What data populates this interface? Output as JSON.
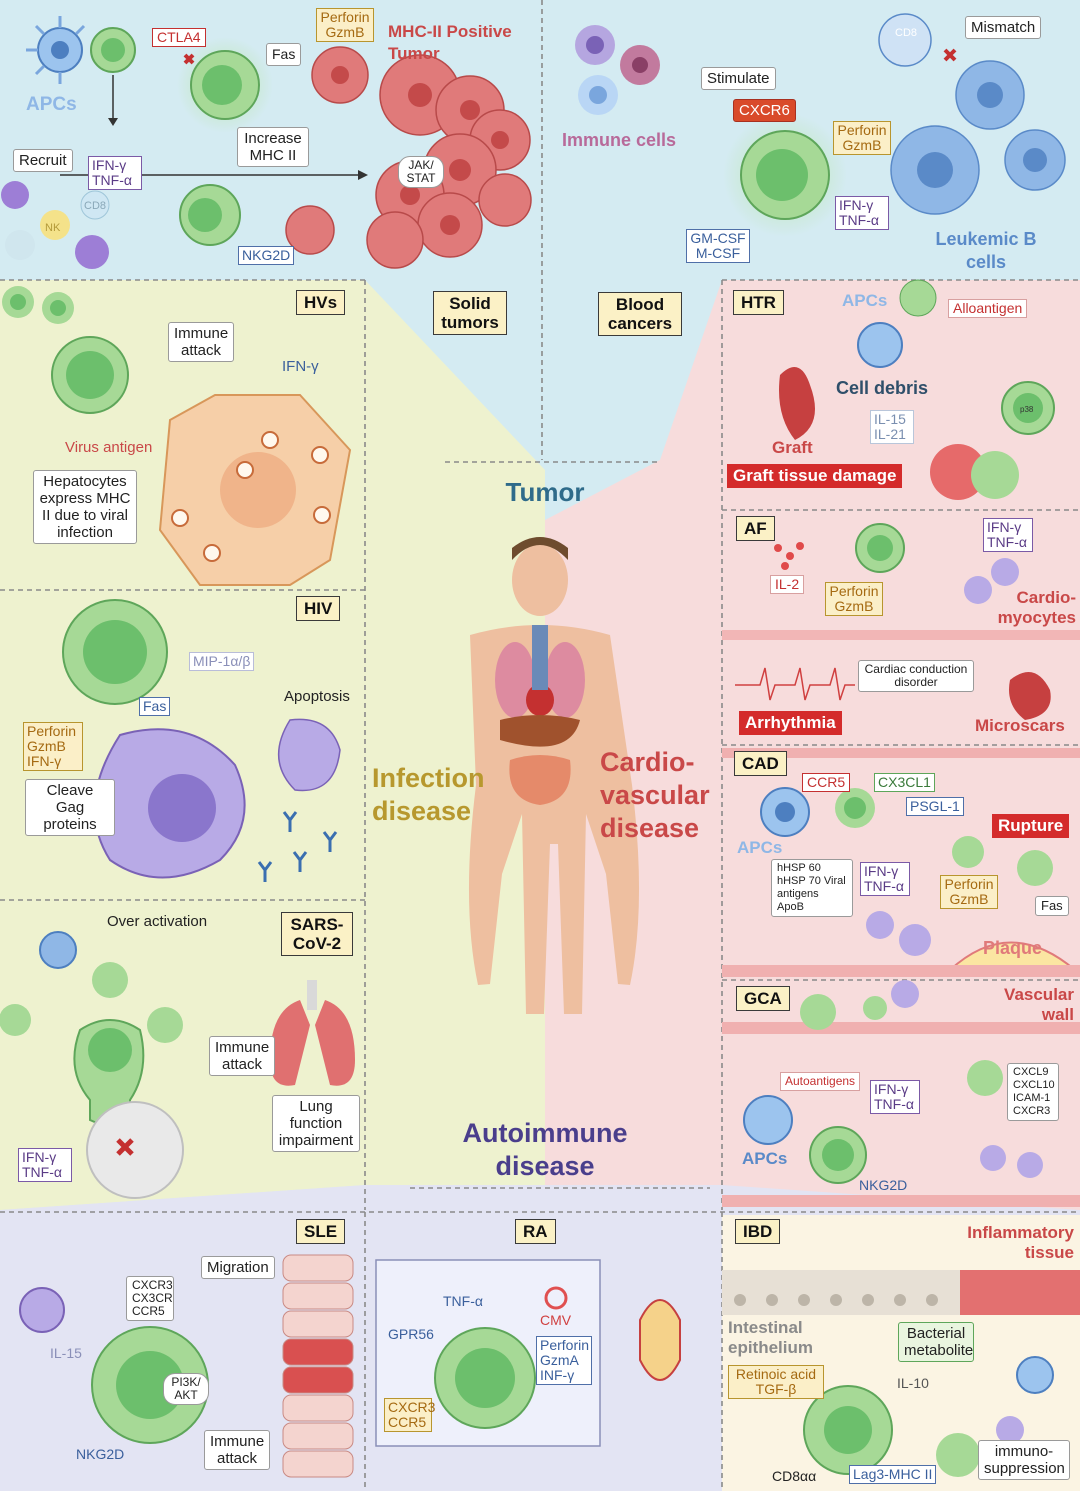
{
  "center": {
    "tumor": "Tumor",
    "infection": "Infection disease",
    "cardio": "Cardio-vascular disease",
    "autoimmune": "Autoimmune disease"
  },
  "solid_tumor": {
    "tag": "Solid tumors",
    "apcs": "APCs",
    "ctla4": "CTLA4",
    "fas": "Fas",
    "perforin_gzmb": "Perforin GzmB",
    "mhc2_tumor": "MHC-II Positive Tumor",
    "increase_mhc2": "Increase MHC II",
    "recruit": "Recruit",
    "ifng_tnfa": "IFN-γ TNF-α",
    "jak_stat": "JAK/ STAT",
    "nkg2d": "NKG2D",
    "nk": "NK",
    "cd8": "CD8"
  },
  "blood_cancer": {
    "tag": "Blood cancers",
    "immune_cells": "Immune cells",
    "stimulate": "Stimulate",
    "cxcr6": "CXCR6",
    "mismatch": "Mismatch",
    "cd8": "CD8",
    "perforin_gzmb": "Perforin GzmB",
    "ifng_tnfa": "IFN-γ TNF-α",
    "gmcsf_mcsf": "GM-CSF M-CSF",
    "leukemic_b": "Leukemic B cells"
  },
  "hvs": {
    "tag": "HVs",
    "immune_attack": "Immune attack",
    "ifng": "IFN-γ",
    "virus_antigen": "Virus antigen",
    "hepatocytes": "Hepatocytes express MHC II due to viral infection"
  },
  "hiv": {
    "tag": "HIV",
    "mip": "MIP-1α/β",
    "fas": "Fas",
    "perforin": "Perforin GzmB IFN-γ",
    "cleave": "Cleave Gag proteins",
    "apoptosis": "Apoptosis"
  },
  "sars": {
    "tag": "SARS-CoV-2",
    "over_activation": "Over activation",
    "immune_attack": "Immune attack",
    "lung": "Lung function impairment",
    "ifng_tnfa": "IFN-γ TNF-α"
  },
  "htr": {
    "tag": "HTR",
    "apcs": "APCs",
    "alloantigen": "Alloantigen",
    "cell_debris": "Cell debris",
    "graft": "Graft",
    "il15_il21": "IL-15 IL-21",
    "p38": "p38",
    "graft_damage": "Graft tissue damage"
  },
  "af": {
    "tag": "AF",
    "il2": "IL-2",
    "perforin": "Perforin GzmB",
    "ifng_tnfa": "IFN-γ TNF-α",
    "cardiomyocytes": "Cardio- myocytes",
    "conduction": "Cardiac conduction disorder",
    "arrhythmia": "Arrhythmia",
    "microscars": "Microscars"
  },
  "cad": {
    "tag": "CAD",
    "ccr5": "CCR5",
    "cx3cl1": "CX3CL1",
    "psgl1": "PSGL-1",
    "rupture": "Rupture",
    "apcs": "APCs",
    "antigens": "hHSP 60 hHSP 70 Viral antigens ApoB",
    "ifng_tnfa": "IFN-γ TNF-α",
    "perforin": "Perforin GzmB",
    "fas": "Fas",
    "plaque": "Plaque"
  },
  "gca": {
    "tag": "GCA",
    "vascular_wall": "Vascular wall",
    "autoantigens": "Autoantigens",
    "ifng_tnfa": "IFN-γ TNF-α",
    "chemokines": "CXCL9 CXCL10 ICAM-1 CXCR3",
    "apcs": "APCs",
    "nkg2d": "NKG2D"
  },
  "sle": {
    "tag": "SLE",
    "migration": "Migration",
    "receptors": "CXCR3 CX3CR CCR5",
    "il15": "IL-15",
    "pi3k": "PI3K/ AKT",
    "nkg2d": "NKG2D",
    "immune_attack": "Immune attack"
  },
  "ra": {
    "tag": "RA",
    "tnfa": "TNF-α",
    "cmv": "CMV",
    "gpr56": "GPR56",
    "perforin": "Perforin GzmA INF-γ",
    "cxcr3": "CXCR3 CCR5"
  },
  "ibd": {
    "tag": "IBD",
    "inflammatory": "Inflammatory tissue",
    "intestinal": "Intestinal epithelium",
    "bacterial": "Bacterial metabolite",
    "retinoic": "Retinoic acid TGF-β",
    "il10": "IL-10",
    "immuno": "immuno- suppression",
    "cd8aa": "CD8αα",
    "lag3": "Lag3-MHC II"
  },
  "colors": {
    "tumor_bg": "#d4ebf2",
    "infection_bg": "#eef2cf",
    "cardio_bg": "#f7dcdc",
    "autoimmune_bg": "#e3e4f3",
    "tcell": "#6cbf6c",
    "apc": "#8fb7e6",
    "tumor_cell": "#e06a6a",
    "alert": "#d42b2b"
  }
}
